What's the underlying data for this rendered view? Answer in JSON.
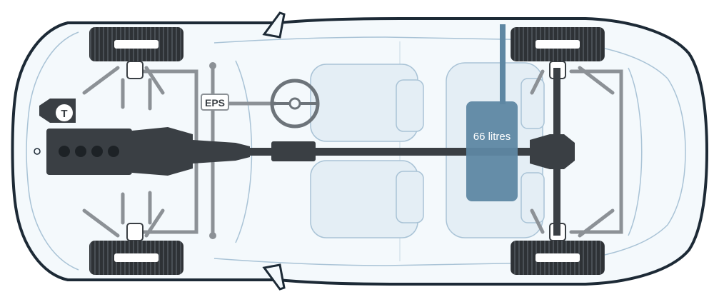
{
  "labels": {
    "turbo": "T",
    "steering": "EPS",
    "fuel_tank": "66 litres"
  },
  "colors": {
    "body_outline": "#1d2a36",
    "body_fill": "#f4f9fc",
    "interior_line": "#a9c3d6",
    "seat_fill": "#e4eef5",
    "drivetrain": "#3a3f44",
    "suspension": "#8c9196",
    "tire": "#2e3236",
    "tank": "#5e87a3",
    "tank_text": "#ffffff"
  },
  "icons": {
    "turbo": "turbo-icon",
    "steering": "steering-wheel-icon",
    "engine": "engine-icon"
  }
}
